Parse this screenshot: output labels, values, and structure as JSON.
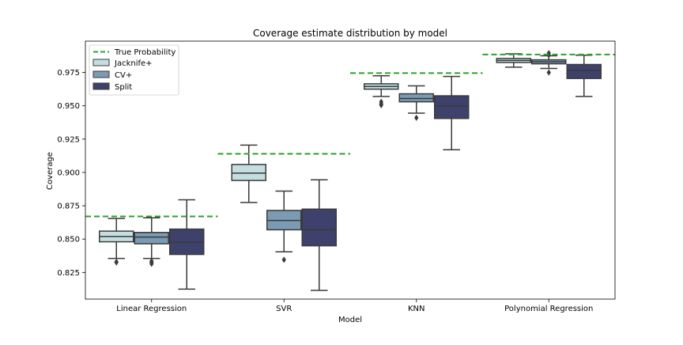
{
  "chart_data": {
    "type": "box",
    "title": "Coverage estimate distribution by  model",
    "xlabel": "Model",
    "ylabel": "Coverage",
    "ylim": [
      0.805,
      0.9985
    ],
    "yticks": [
      0.825,
      0.85,
      0.875,
      0.9,
      0.925,
      0.95,
      0.975
    ],
    "ytick_labels": [
      "0.825",
      "0.850",
      "0.875",
      "0.900",
      "0.925",
      "0.950",
      "0.975"
    ],
    "categories": [
      "Linear Regression",
      "SVR",
      "KNN",
      "Polynomial Regression"
    ],
    "legend_position": "top-left",
    "reference": {
      "name": "True Probability",
      "color": "#2ca02c",
      "values": [
        0.867,
        0.914,
        0.9745,
        0.9885
      ]
    },
    "series": [
      {
        "name": "Jacknife+",
        "color": "#c5dfe0",
        "boxes": [
          {
            "whislo": 0.8355,
            "q1": 0.848,
            "med": 0.852,
            "q3": 0.856,
            "whishi": 0.8655,
            "fliers": [
              0.833,
              0.8325
            ]
          },
          {
            "whislo": 0.8775,
            "q1": 0.894,
            "med": 0.8995,
            "q3": 0.906,
            "whishi": 0.9205,
            "fliers": []
          },
          {
            "whislo": 0.957,
            "q1": 0.9625,
            "med": 0.9645,
            "q3": 0.9665,
            "whishi": 0.9725,
            "fliers": [
              0.953,
              0.9505,
              0.9515
            ]
          },
          {
            "whislo": 0.979,
            "q1": 0.9825,
            "med": 0.984,
            "q3": 0.9855,
            "whishi": 0.989,
            "fliers": []
          }
        ]
      },
      {
        "name": "CV+",
        "color": "#7b9ab4",
        "boxes": [
          {
            "whislo": 0.8355,
            "q1": 0.8465,
            "med": 0.8515,
            "q3": 0.855,
            "whishi": 0.866,
            "fliers": [
              0.8335,
              0.8315,
              0.8325
            ]
          },
          {
            "whislo": 0.8405,
            "q1": 0.857,
            "med": 0.864,
            "q3": 0.8715,
            "whishi": 0.886,
            "fliers": [
              0.8345
            ]
          },
          {
            "whislo": 0.9445,
            "q1": 0.953,
            "med": 0.9555,
            "q3": 0.959,
            "whishi": 0.965,
            "fliers": [
              0.941
            ]
          },
          {
            "whislo": 0.978,
            "q1": 0.9815,
            "med": 0.983,
            "q3": 0.9845,
            "whishi": 0.9875,
            "fliers": [
              0.975,
              0.9895,
              0.988
            ]
          }
        ]
      },
      {
        "name": "Split",
        "color": "#3f416d",
        "boxes": [
          {
            "whislo": 0.8125,
            "q1": 0.8385,
            "med": 0.8475,
            "q3": 0.8575,
            "whishi": 0.8795,
            "fliers": []
          },
          {
            "whislo": 0.8115,
            "q1": 0.845,
            "med": 0.857,
            "q3": 0.8725,
            "whishi": 0.8945,
            "fliers": []
          },
          {
            "whislo": 0.917,
            "q1": 0.9405,
            "med": 0.95,
            "q3": 0.9575,
            "whishi": 0.972,
            "fliers": []
          },
          {
            "whislo": 0.957,
            "q1": 0.9705,
            "med": 0.9765,
            "q3": 0.981,
            "whishi": 0.988,
            "fliers": []
          }
        ]
      }
    ]
  }
}
